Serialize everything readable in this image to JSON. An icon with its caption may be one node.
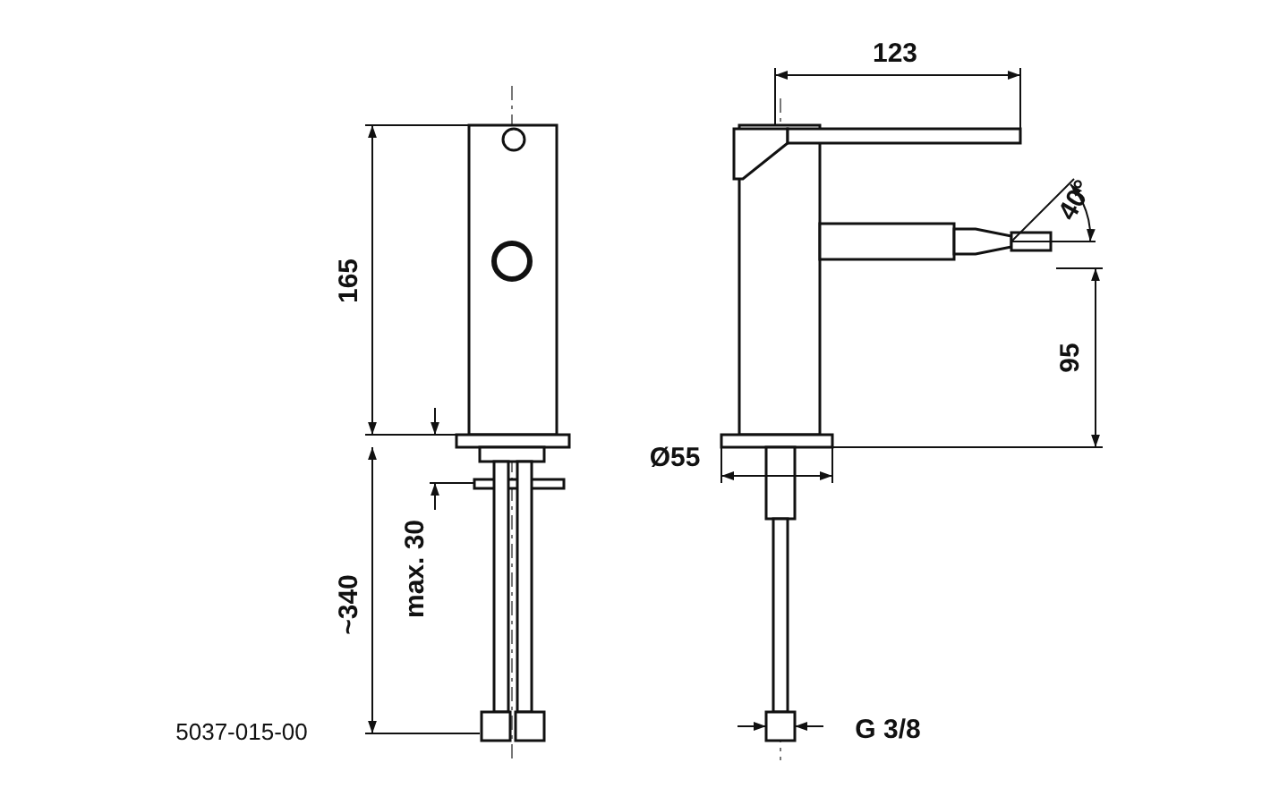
{
  "diagram": {
    "labels": [
      "123",
      "40°",
      "165",
      "95",
      "Ø55",
      "max. 30",
      "~340",
      "5037-015-00",
      "G 3/8"
    ]
  }
}
